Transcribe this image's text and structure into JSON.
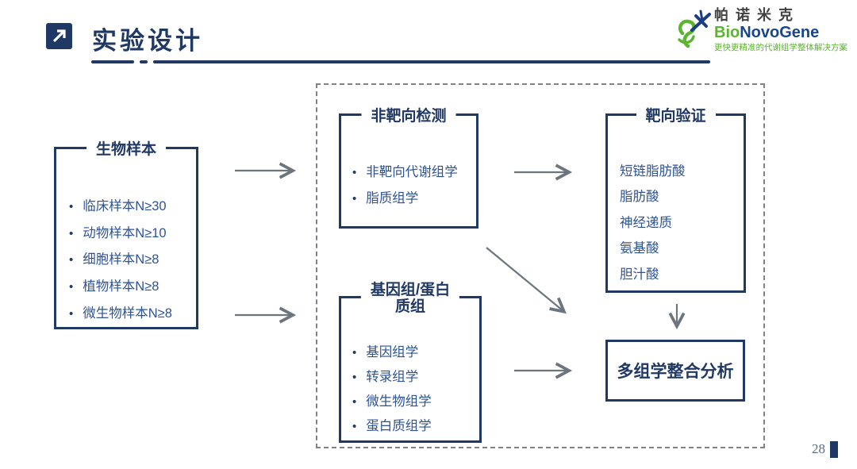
{
  "slide": {
    "title": "实验设计",
    "page_number": "28"
  },
  "logo": {
    "cn_name": "帕诺米克",
    "en_bio": "Bio",
    "en_rest": "NovoGene",
    "tagline": "更快更精准的代谢组学整体解决方案"
  },
  "diagram": {
    "bio_sample": {
      "title": "生物样本",
      "items": [
        "临床样本N≥30",
        "动物样本N≥10",
        "细胞样本N≥8",
        "植物样本N≥8",
        "微生物样本N≥8"
      ]
    },
    "untargeted": {
      "title": "非靶向检测",
      "items": [
        "非靶向代谢组学",
        "脂质组学"
      ]
    },
    "genome": {
      "title_lines": [
        "基因组/蛋白",
        "质组"
      ],
      "items": [
        "基因组学",
        "转录组学",
        "微生物组学",
        "蛋白质组学"
      ]
    },
    "targeted": {
      "title": "靶向验证",
      "items": [
        "短链脂肪酸",
        "脂肪酸",
        "神经递质",
        "氨基酸",
        "胆汁酸"
      ]
    },
    "integration": {
      "title": "多组学整合分析"
    }
  },
  "icons": {
    "title_icon": "arrow-up-right",
    "logo_mark": "bionovogene-figure"
  },
  "colors": {
    "navy": "#1f3864",
    "item_blue": "#2e5395",
    "arrow_gray": "#6c757d",
    "dash_gray": "#7f8287",
    "logo_green": "#5cb531",
    "logo_blue": "#17468f",
    "logo_dark": "#404040",
    "page_num_gray": "#5d6b80"
  }
}
